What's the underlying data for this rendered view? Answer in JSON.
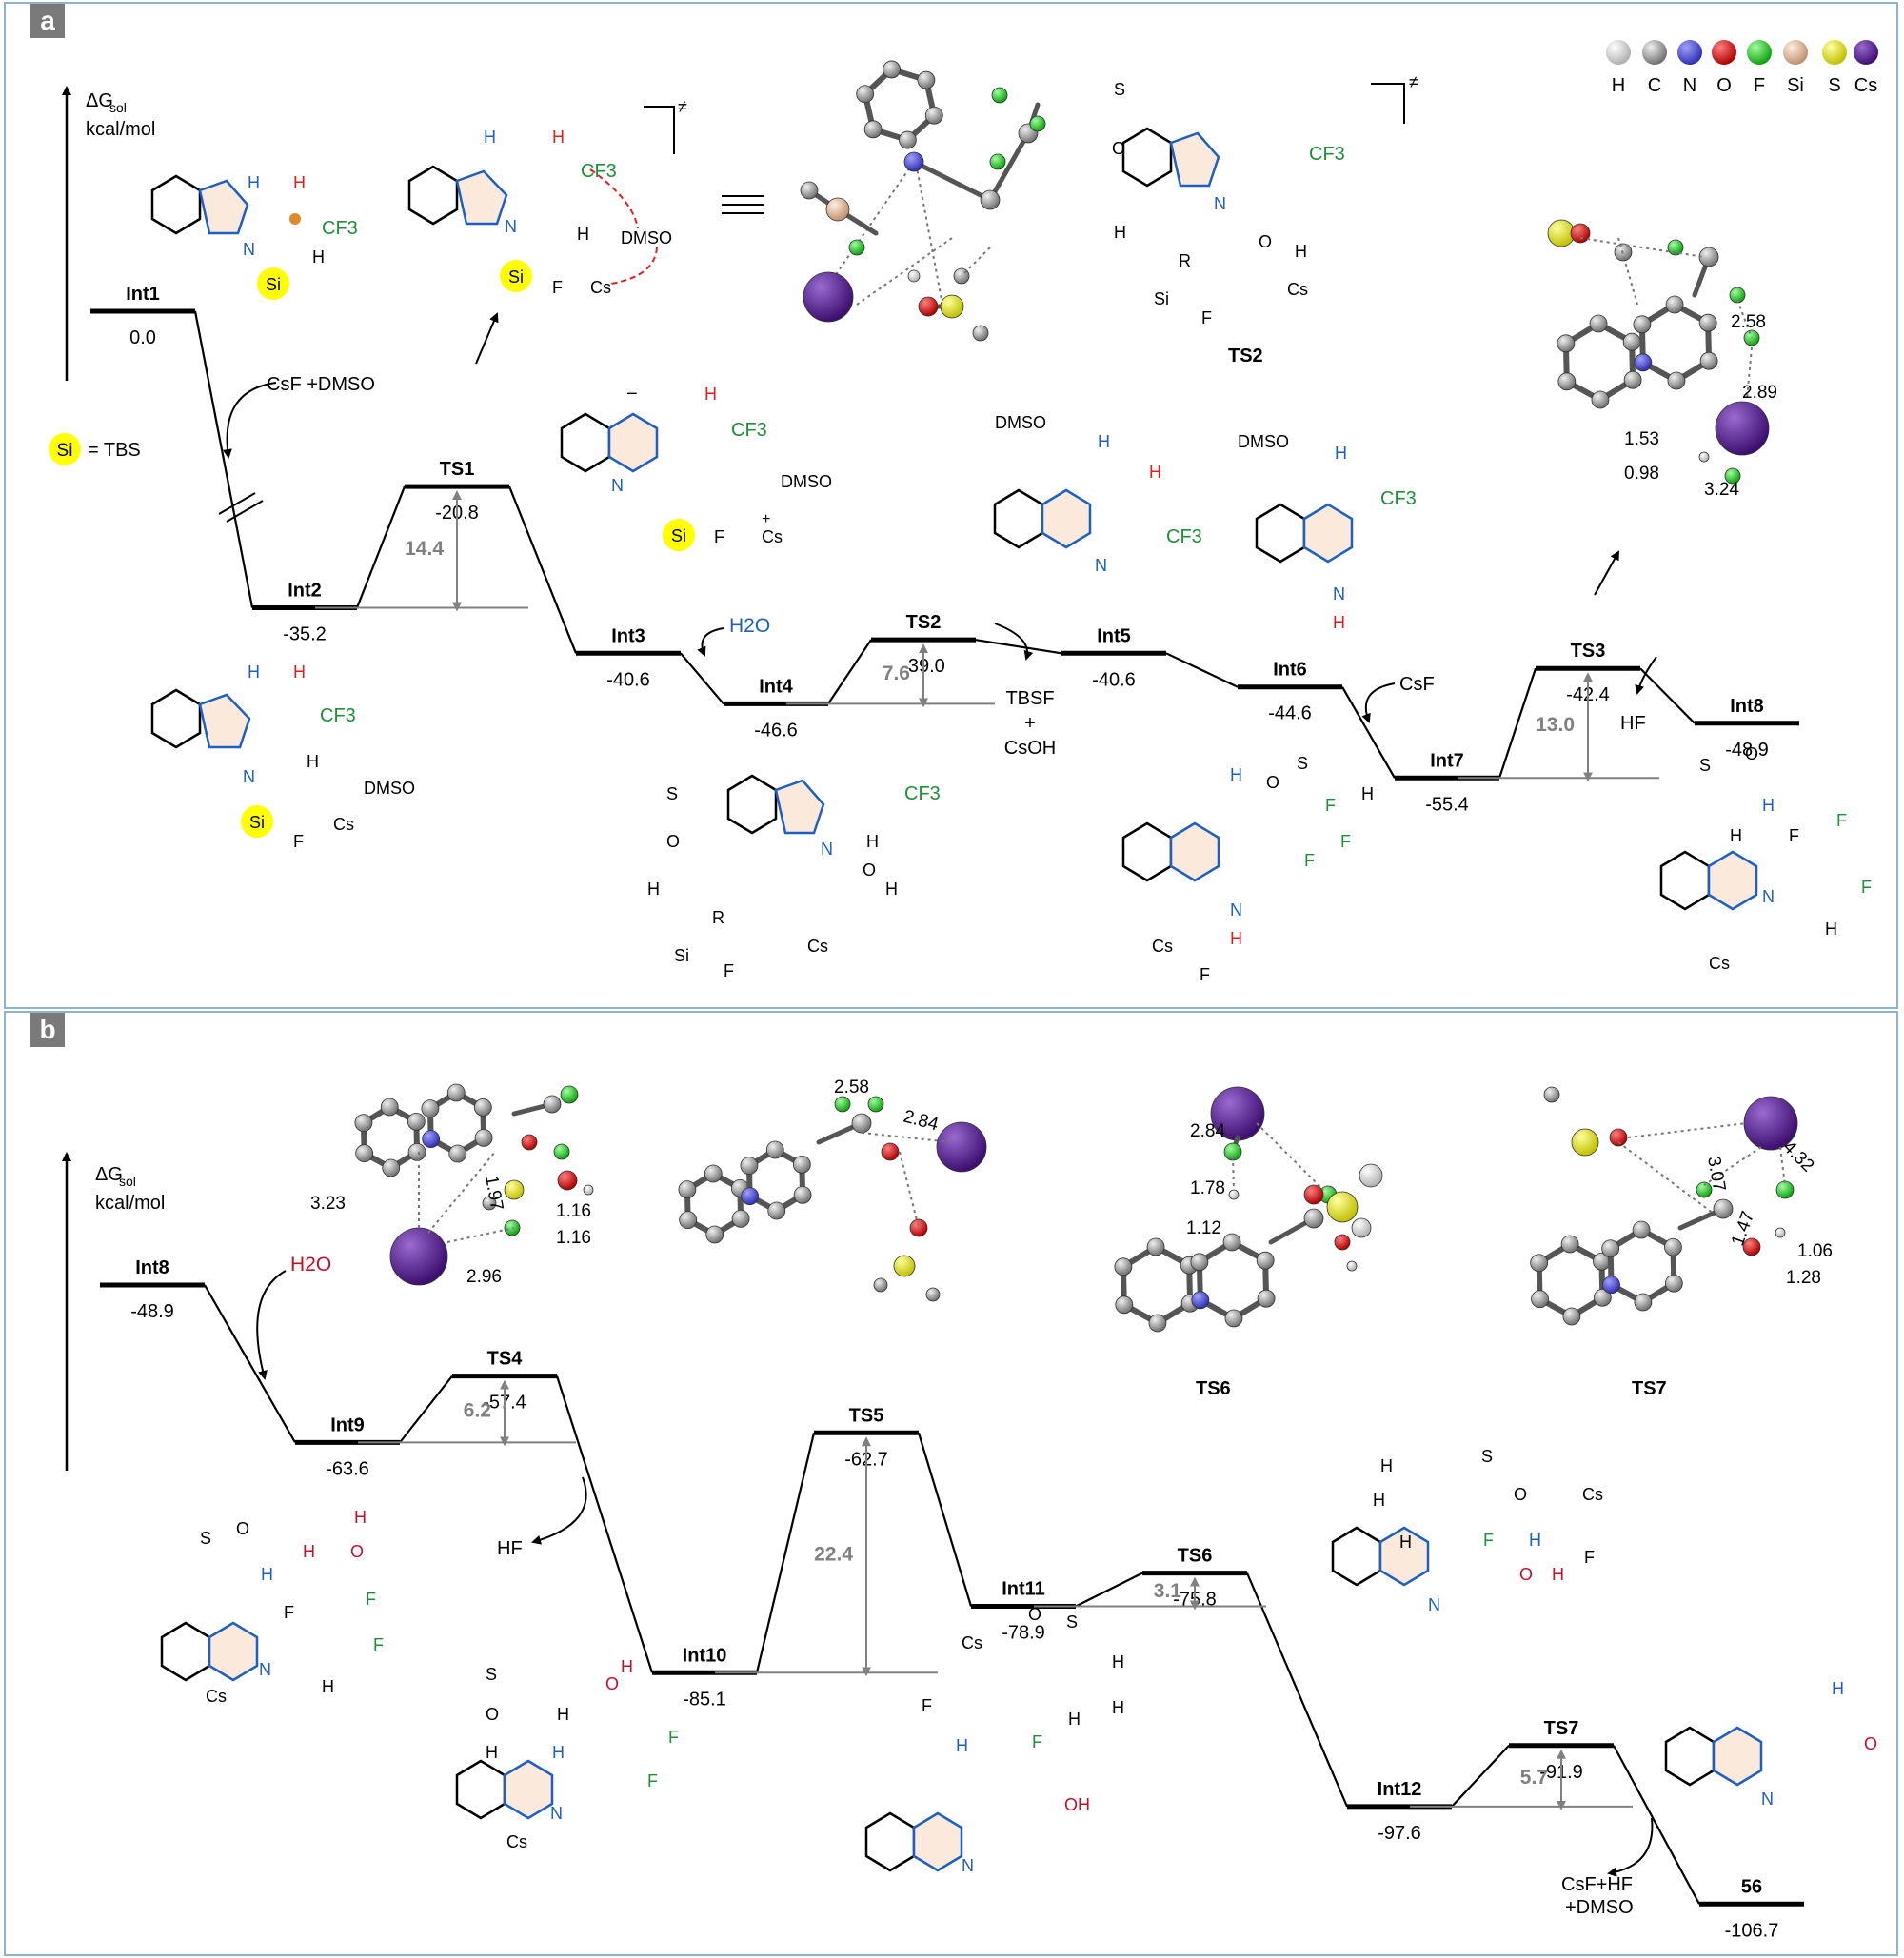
{
  "panels": [
    {
      "label": "a"
    },
    {
      "label": "b"
    }
  ],
  "axis": {
    "quantity": "ΔG",
    "subscript": "sol",
    "unit": "kcal/mol"
  },
  "legend": {
    "items": [
      {
        "label": "H",
        "color": "#e8e8e8"
      },
      {
        "label": "C",
        "color": "#9a9a9a"
      },
      {
        "label": "N",
        "color": "#5858e0"
      },
      {
        "label": "O",
        "color": "#e01010"
      },
      {
        "label": "F",
        "color": "#2ed42e"
      },
      {
        "label": "Si",
        "color": "#e8c0a0"
      },
      {
        "label": "S",
        "color": "#f0f020"
      },
      {
        "label": "Cs",
        "color": "#5a1e96"
      }
    ]
  },
  "si_note": {
    "symbol": "Si",
    "text": "= TBS"
  },
  "panel_a_states": [
    {
      "name": "Int1",
      "energy": "0.0"
    },
    {
      "name": "Int2",
      "energy": "-35.2"
    },
    {
      "name": "TS1",
      "energy": "-20.8"
    },
    {
      "name": "Int3",
      "energy": "-40.6"
    },
    {
      "name": "Int4",
      "energy": "-46.6"
    },
    {
      "name": "TS2",
      "energy": "-39.0"
    },
    {
      "name": "Int5",
      "energy": "-40.6"
    },
    {
      "name": "Int6",
      "energy": "-44.6"
    },
    {
      "name": "Int7",
      "energy": "-55.4"
    },
    {
      "name": "TS3",
      "energy": "-42.4"
    },
    {
      "name": "Int8",
      "energy": "-48.9"
    }
  ],
  "panel_a_barriers": [
    "14.4",
    "7.6",
    "13.0"
  ],
  "panel_a_reagents": {
    "csf_dmso": "CsF +DMSO",
    "h2o": "H2O",
    "tbsf": "TBSF",
    "plus": "+",
    "csoh": "CsOH",
    "csf": "CsF",
    "hf": "HF"
  },
  "panel_b_states": [
    {
      "name": "Int8",
      "energy": "-48.9"
    },
    {
      "name": "Int9",
      "energy": "-63.6"
    },
    {
      "name": "TS4",
      "energy": "-57.4"
    },
    {
      "name": "Int10",
      "energy": "-85.1"
    },
    {
      "name": "TS5",
      "energy": "-62.7"
    },
    {
      "name": "Int11",
      "energy": "-78.9"
    },
    {
      "name": "TS6",
      "energy": "-75.8"
    },
    {
      "name": "Int12",
      "energy": "-97.6"
    },
    {
      "name": "TS7",
      "energy": "-91.9"
    },
    {
      "name": "56",
      "energy": "-106.7"
    }
  ],
  "panel_b_barriers": [
    "6.2",
    "22.4",
    "3.1",
    "5.7"
  ],
  "panel_b_reagents": {
    "h2o": "H2O",
    "hf": "HF",
    "final_line1": "CsF+HF",
    "final_line2": "+DMSO"
  },
  "ts_labels": {
    "ts2": "TS2",
    "ts6": "TS6",
    "ts7": "TS7",
    "dagger": "≠"
  },
  "distances": {
    "ts3": [
      "2.58",
      "2.89",
      "1.53",
      "0.98",
      "3.24"
    ],
    "ts4": [
      "1.97",
      "3.23",
      "1.16",
      "1.16",
      "2.96"
    ],
    "ts5": [
      "2.58",
      "2.84"
    ],
    "ts6": [
      "2.84",
      "1.78",
      "1.12"
    ],
    "ts7": [
      "3.07",
      "4.32",
      "1.47",
      "1.06",
      "1.28"
    ]
  },
  "chem_labels": {
    "dmso": "DMSO",
    "cs": "Cs",
    "f": "F",
    "si": "Si",
    "n": "N",
    "h": "H",
    "o": "O",
    "cf3": "CF3",
    "r": "R",
    "oh": "OH",
    "s": "S",
    "minus": "−",
    "plus": "+"
  },
  "colors": {
    "level": "#000000",
    "barrier": "#808080",
    "blue": "#1f5fbf",
    "red": "#e02020",
    "green": "#1f8f3a",
    "si_yellow": "#ffff00",
    "ring_fill": "#fbe9dc"
  }
}
